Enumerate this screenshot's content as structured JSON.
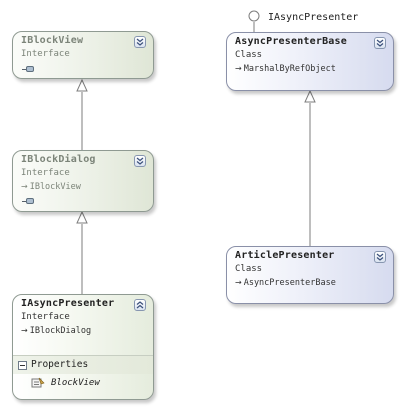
{
  "boxes": {
    "iblockview": {
      "name": "IBlockView",
      "kind": "Interface"
    },
    "iblockdialog": {
      "name": "IBlockDialog",
      "kind": "Interface",
      "base": "IBlockView"
    },
    "iasyncpresenter": {
      "name": "IAsyncPresenter",
      "kind": "Interface",
      "base": "IBlockDialog",
      "section_label": "Properties",
      "properties": [
        "BlockView"
      ]
    },
    "asyncpresenterbase": {
      "name": "AsyncPresenterBase",
      "kind": "Class",
      "base": "MarshalByRefObject"
    },
    "articlepresenter": {
      "name": "ArticlePresenter",
      "kind": "Class",
      "base": "AsyncPresenterBase"
    }
  },
  "implements_label": "IAsyncPresenter",
  "icons": {
    "expand": "double-chevron-down-icon",
    "collapse": "double-chevron-up-icon",
    "interface": "lollipop-interface-icon",
    "inherit": "inheritance-arrow-icon",
    "property": "property-icon"
  },
  "colors": {
    "interface_fill": "#e5ecdd",
    "class_fill": "#d6dbef",
    "border": "#8f9a92",
    "connector": "#7d7d7d"
  }
}
